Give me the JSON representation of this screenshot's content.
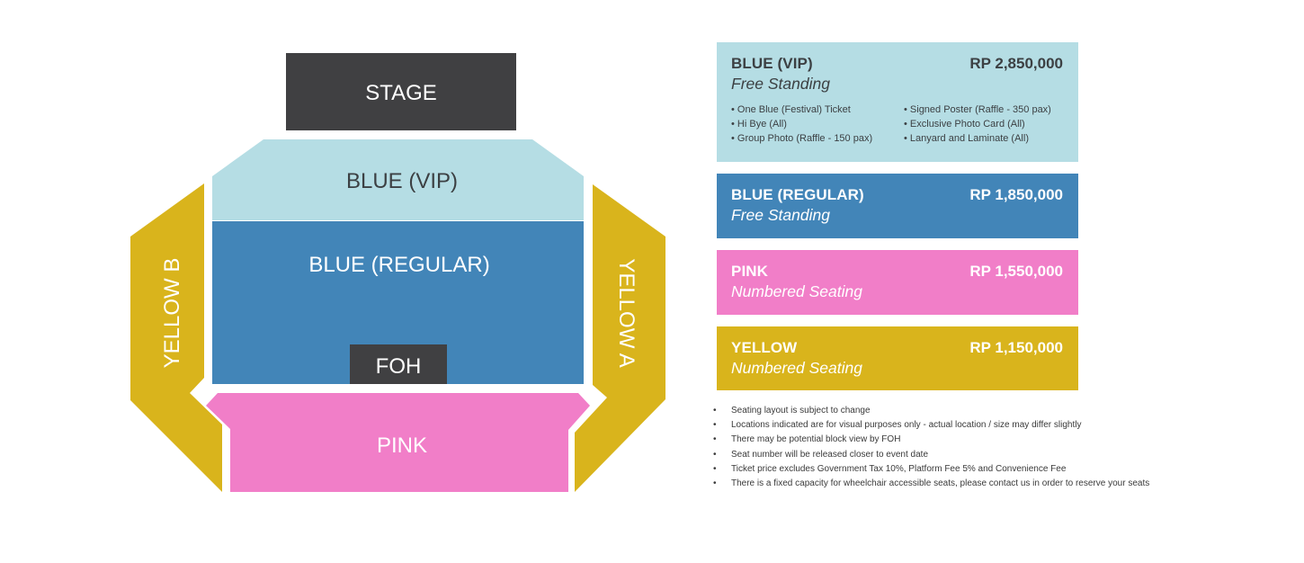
{
  "map": {
    "stage": {
      "label": "STAGE",
      "color": "#404042"
    },
    "foh": {
      "label": "FOH",
      "color": "#404042"
    },
    "sections": [
      {
        "id": "blue-vip",
        "label": "BLUE (VIP)",
        "color": "#b5dde4",
        "text_color": "#3c4043"
      },
      {
        "id": "blue-regular",
        "label": "BLUE (REGULAR)",
        "color": "#4285b8",
        "text_color": "#ffffff"
      },
      {
        "id": "pink",
        "label": "PINK",
        "color": "#f17ec8",
        "text_color": "#ffffff"
      },
      {
        "id": "yellow-a",
        "label": "YELLOW A",
        "color": "#d9b41c",
        "text_color": "#ffffff"
      },
      {
        "id": "yellow-b",
        "label": "YELLOW B",
        "color": "#d9b41c",
        "text_color": "#ffffff"
      }
    ]
  },
  "tickets": [
    {
      "name": "BLUE (VIP)",
      "price": "RP 2,850,000",
      "type": "Free Standing",
      "color": "#b5dde4",
      "perks_left": [
        "• One Blue (Festival) Ticket",
        "• Hi Bye (All)",
        "• Group Photo (Raffle - 150 pax)"
      ],
      "perks_right": [
        "• Signed Poster (Raffle - 350 pax)",
        "• Exclusive Photo Card (All)",
        "• Lanyard and Laminate (All)"
      ]
    },
    {
      "name": "BLUE (REGULAR)",
      "price": "RP 1,850,000",
      "type": "Free Standing",
      "color": "#4285b8"
    },
    {
      "name": "PINK",
      "price": "RP 1,550,000",
      "type": "Numbered Seating",
      "color": "#f17ec8"
    },
    {
      "name": "YELLOW",
      "price": "RP 1,150,000",
      "type": "Numbered Seating",
      "color": "#d9b41c"
    }
  ],
  "notes": {
    "bullet": "•",
    "items": [
      "Seating layout is subject to change",
      "Locations indicated are for visual purposes only - actual location / size may differ slightly",
      "There may be potential block view by FOH",
      "Seat number will be released closer to event date",
      "Ticket price excludes Government Tax 10%, Platform Fee 5% and Convenience Fee",
      "There is a fixed capacity for wheelchair accessible seats, please contact us in order to reserve your seats"
    ]
  }
}
